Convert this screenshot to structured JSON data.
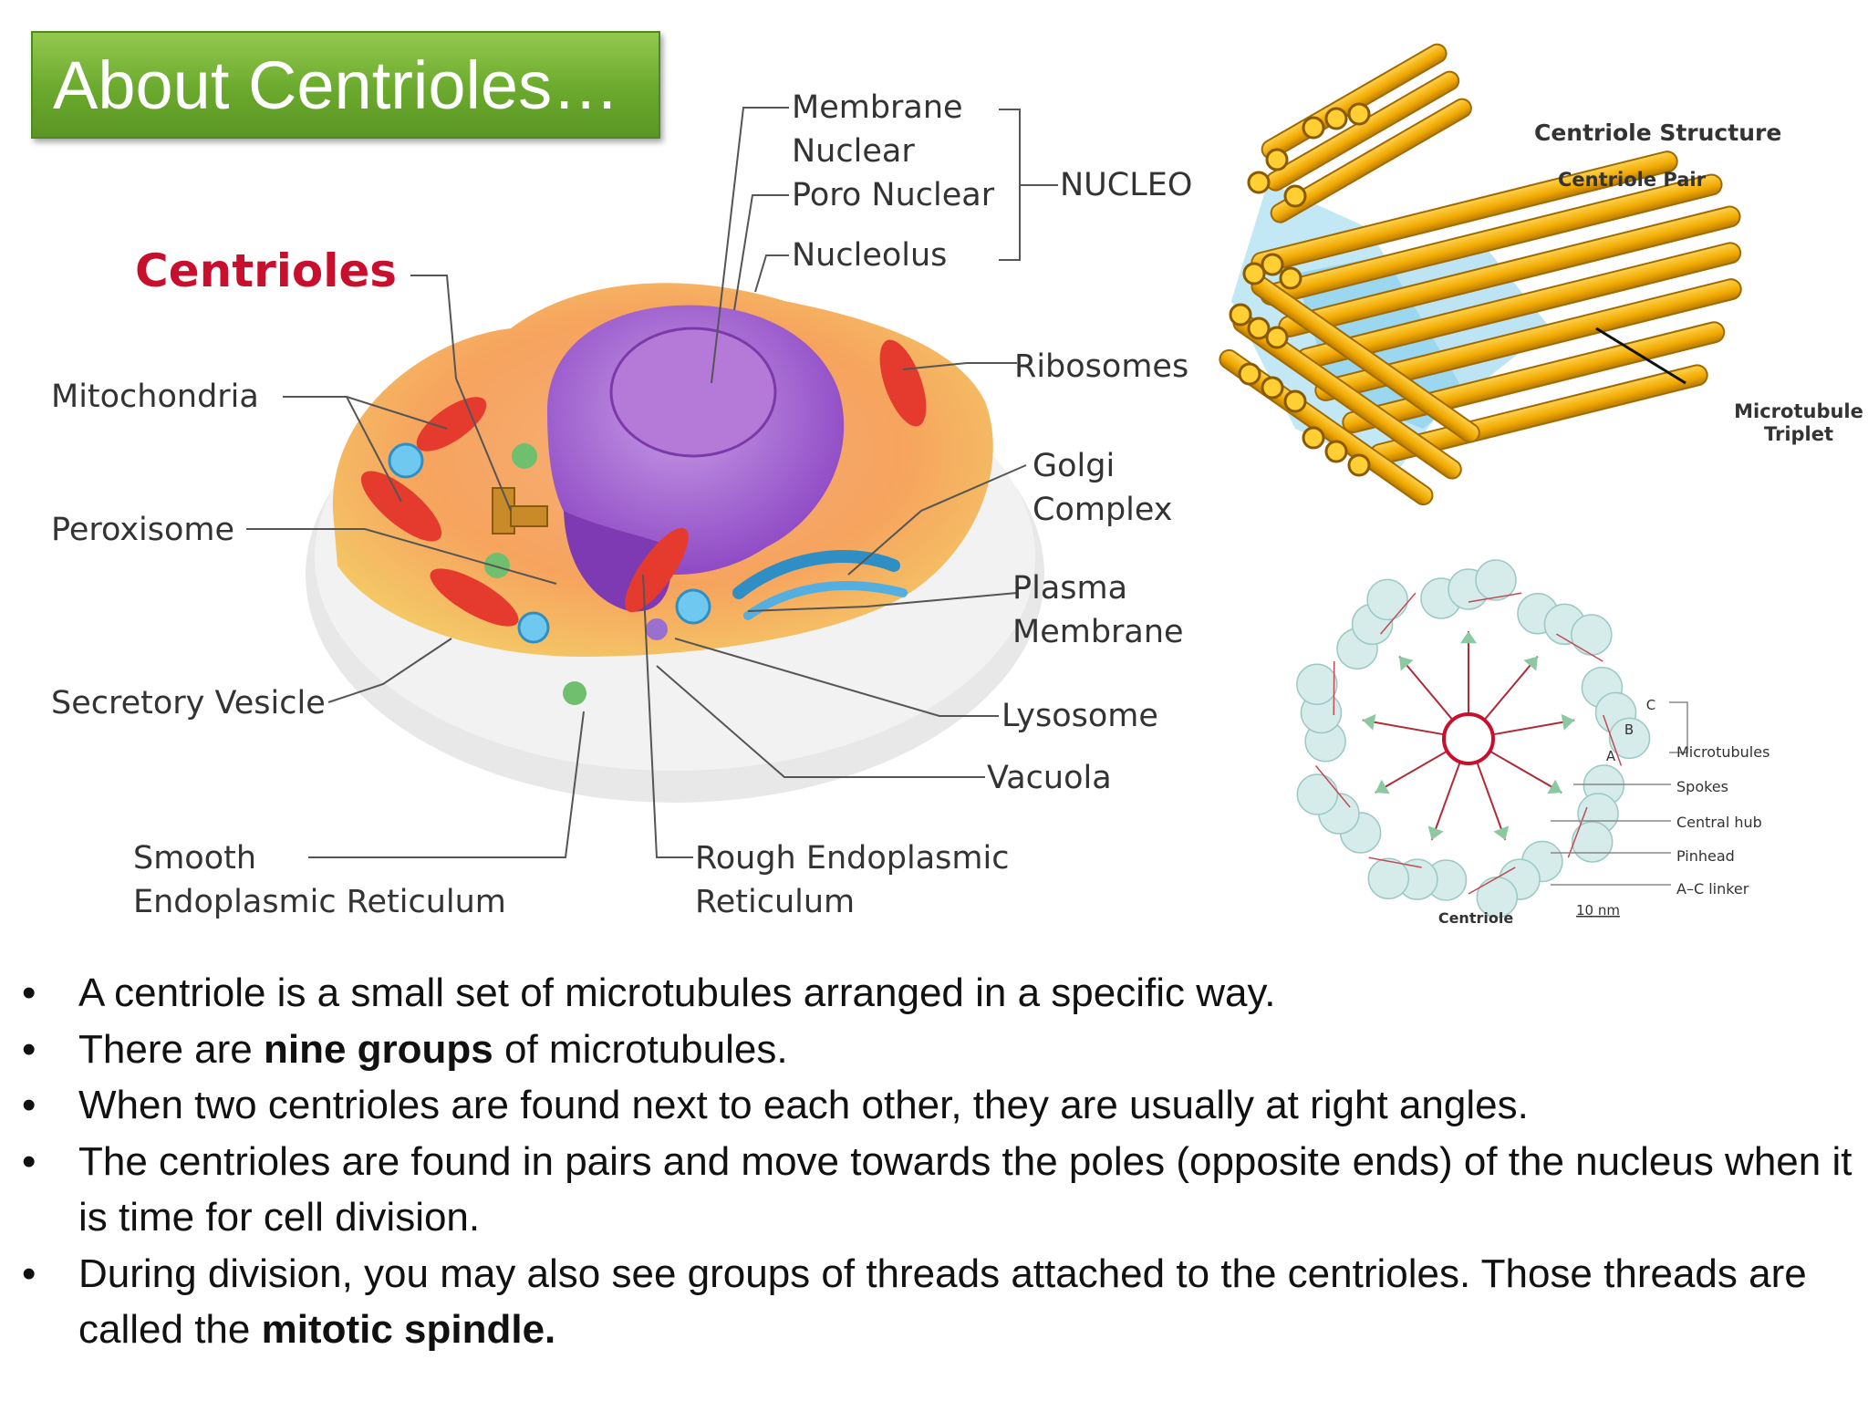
{
  "slide": {
    "title": "About Centrioles…"
  },
  "cell_diagram": {
    "heading": "Centrioles",
    "labels": {
      "membrane_nuclear_1": "Membrane",
      "membrane_nuclear_2": "Nuclear",
      "poro_nuclear": "Poro Nuclear",
      "nucleo": "NUCLEO",
      "nucleolus": "Nucleolus",
      "mitochondria": "Mitochondria",
      "ribosomes": "Ribosomes",
      "golgi_1": "Golgi",
      "golgi_2": "Complex",
      "peroxisome": "Peroxisome",
      "plasma_1": "Plasma",
      "plasma_2": "Membrane",
      "secretory_vesicle": "Secretory Vesicle",
      "lysosome": "Lysosome",
      "vacuola": "Vacuola",
      "smooth_er_1": "Smooth",
      "smooth_er_2": "Endoplasmic Reticulum",
      "rough_er_1": "Rough Endoplasmic",
      "rough_er_2": "Reticulum"
    }
  },
  "structure_diagram": {
    "title": "Centriole Structure",
    "pair_label": "Centriole Pair",
    "triplet_1": "Microtubule",
    "triplet_2": "Triplet"
  },
  "cross_section": {
    "triplet_letters": [
      "A",
      "B",
      "C"
    ],
    "labels": [
      "Microtubules",
      "Spokes",
      "Central hub",
      "Pinhead",
      "A–C linker"
    ],
    "caption": "Centriole",
    "scale": "10 nm"
  },
  "bullets": [
    {
      "bullet": "•",
      "pre": "A centriole is a small set of microtubules arranged in a specific way.",
      "bold": "",
      "post": ""
    },
    {
      "bullet": "•",
      "pre": "There are ",
      "bold": "nine groups",
      "post": " of microtubules."
    },
    {
      "bullet": "•",
      "pre": "When two centrioles are found next to each other, they are usually at right angles.",
      "bold": "",
      "post": ""
    },
    {
      "bullet": "•",
      "pre": "The centrioles are found in pairs and move towards the poles (opposite ends) of the nucleus when it is time for cell division.",
      "bold": "",
      "post": ""
    },
    {
      "bullet": "•",
      "pre": "During division, you may also see groups of threads attached to the centrioles. Those threads are called the ",
      "bold": "mitotic spindle.",
      "post": ""
    }
  ],
  "colors": {
    "title_green": "#6aa92d",
    "centrioles_red": "#c8102e",
    "nucleus_purple": "#9b59c9",
    "microtubule_gold": "#e8a400",
    "cross_section_teal": "#d6ecea"
  }
}
